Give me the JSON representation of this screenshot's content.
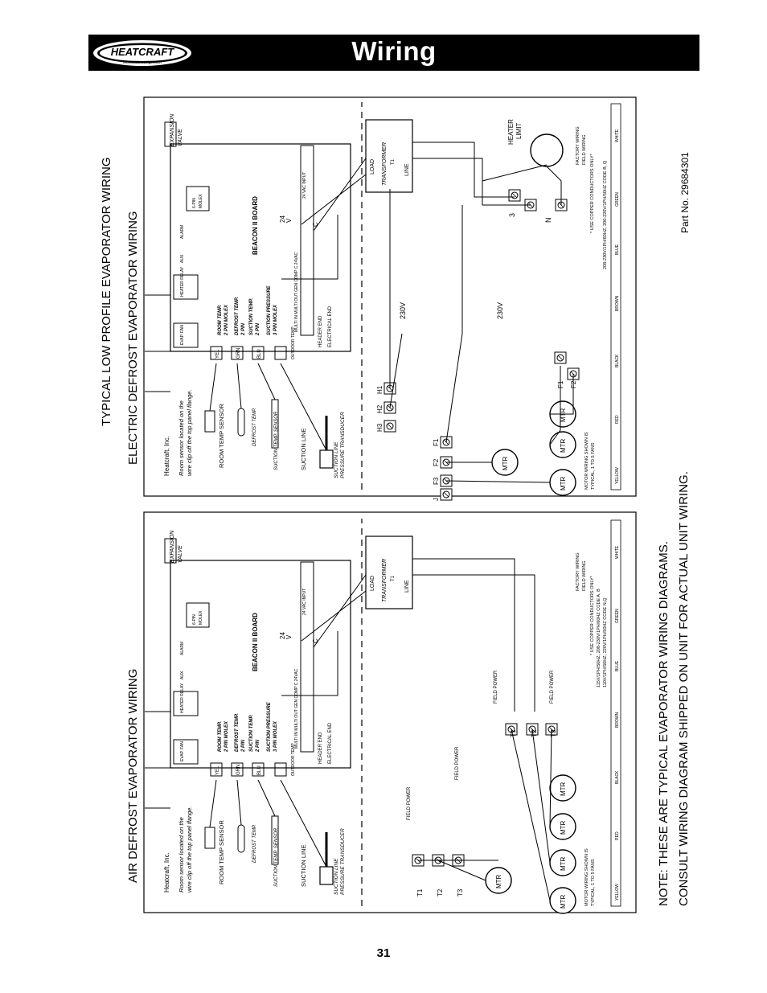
{
  "header": {
    "title": "Wiring",
    "logo_text": "HEATCRAFT",
    "logo_tagline": "Worldwide Refrigeration"
  },
  "page": {
    "number": "31",
    "part_no": "Part No. 29684301"
  },
  "headings": {
    "main": "TYPICAL LOW PROFILE EVAPORATOR WIRING",
    "left": "AIR DEFROST EVAPORATOR WIRING",
    "right": "ELECTRIC  DEFROST EVAPORATOR WIRING"
  },
  "note": {
    "line1": "NOTE: THESE ARE TYPICAL EVAPORATOR WIRING DIAGRAMS.",
    "line2": "CONSULT WIRING DIAGRAM SHIPPED ON UNIT FOR ACTUAL UNIT WIRING."
  },
  "common": {
    "company": "Heatcraft, Inc.",
    "sensor_note_1": "Room sensor located on the",
    "sensor_note_2": "wire clip off the top panel flange.",
    "room_temp_sensor": "ROOM TEMP SENSOR",
    "defrost_temp": "DEFROST TEMP.",
    "suction_temp_sensor": "SUCTION TEMP. SENSOR",
    "suction_line": "SUCTION LINE",
    "suction_line_2": "SUCTION LINE",
    "pressure_transducer": "PRESSURE TRANSDUCER",
    "expansion": "EXPANSION",
    "valve": "VALVE",
    "pin6": "6-PIN",
    "molex": "MOLEX",
    "alarm": "ALARM",
    "beacon": "BEACON II BOARD",
    "evap_fan": "EVAP. FAN",
    "heater_relay": "HEATER RELAY",
    "aux": "AUX",
    "com": "COM",
    "no": "N.O.",
    "yel": "YEL",
    "grn": "GRN",
    "blu": "BLU",
    "room_temp": "ROOM TEMP.",
    "pin2_molex": "2 PIN MOLEX",
    "defrost_temp2": "DEFROST TEMP.",
    "pin2a": "2 PIN",
    "suction_temp": "SUCTION TEMP.",
    "pin2b": "2 PIN",
    "suction_pressure": "SUCTION PRESSURE",
    "pin3_molex": "3 PIN MOLEX",
    "outdoor_temp": "OUTDOOR TEMP",
    "io_row": "MULTI IN   MULTI OUT  GEN   COMP   C   24VAC",
    "header_end": "HEADER END",
    "electrical_end": "ELECTRICAL END",
    "v24": "24",
    "v": "V",
    "c": "C",
    "vac_input": "24 VAC INPUT",
    "load": "LOAD",
    "transformer": "TRANSFORMER",
    "t1": "T1",
    "line": "LINE",
    "motor_note_1": "MOTOR WIRING SHOWN IS",
    "motor_note_2": "TYPICAL, 1 TO 5 FANS",
    "mtr": "MTR",
    "factory_wiring": "FACTORY WIRING",
    "field_wiring": "FIELD WIRING",
    "copper_note": "* USE COPPER CONDUCTORS ONLY*",
    "yellow": "YELLOW",
    "red": "RED",
    "black": "BLACK",
    "brown": "BROWN",
    "blue": "BLUE",
    "green": "GREEN",
    "white": "WHITE"
  },
  "left_panel": {
    "field_power_1": "FIELD POWER",
    "field_power_2": "FIELD POWER",
    "field_power_3": "FIELD POWER",
    "field_power_4": "FIELD POWER",
    "t1": "T1",
    "t2": "T2",
    "t3": "T3",
    "voltage_1": "115V/1PH/50HZ, 208-230V/1PH/60HZ  CODE A, B",
    "voltage_2": "110V/1PH/50HZ, 220V/1PH/50HZ     CODE N,Q"
  },
  "right_panel": {
    "h1": "H1",
    "h2": "H2",
    "h3": "H3",
    "f1": "F1",
    "f2": "F2",
    "f3": "F3",
    "j": "J",
    "v230_a": "230V",
    "v230_b": "230V",
    "term_3": "3",
    "term_n": "N",
    "heater": "HEATER",
    "limit": "LIMIT",
    "voltage": "208-230V/1PH/60HZ, 200-220V/1PH/50HZ  CODE B, Q"
  }
}
